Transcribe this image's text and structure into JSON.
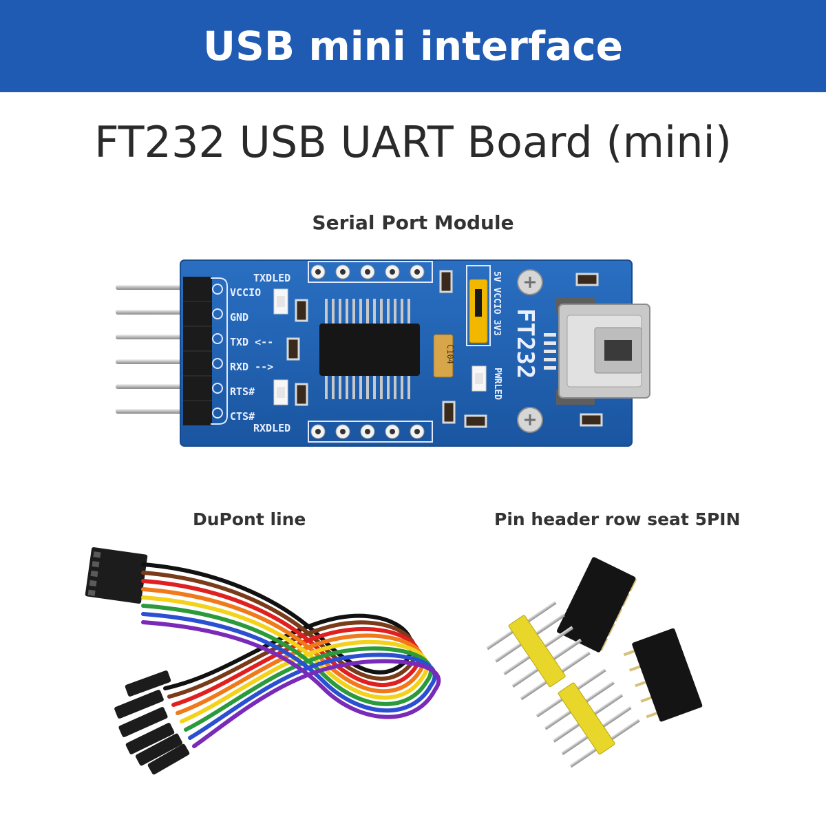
{
  "banner": {
    "title": "USB mini interface"
  },
  "main_title": "FT232 USB UART Board (mini)",
  "sections": {
    "module_caption": "Serial Port Module",
    "dupont_caption": "DuPont line",
    "header_caption": "Pin header row seat 5PIN"
  },
  "board": {
    "pin_labels": [
      "VCCIO",
      "GND",
      "TXD <--",
      "RXD -->",
      "RTS#",
      "CTS#"
    ],
    "txd_led": "TXDLED",
    "rxd_led": "RXDLED",
    "model": "FT232",
    "jumper_label": "5V VCCIO 3V3",
    "power_led": "PWRLED",
    "cap_label": "C104"
  },
  "colors": {
    "banner": "#1f5bb3",
    "pcb": "#1d5fb0",
    "jumper": "#f2b800",
    "pin_header_plastic": "#e8d62a"
  }
}
